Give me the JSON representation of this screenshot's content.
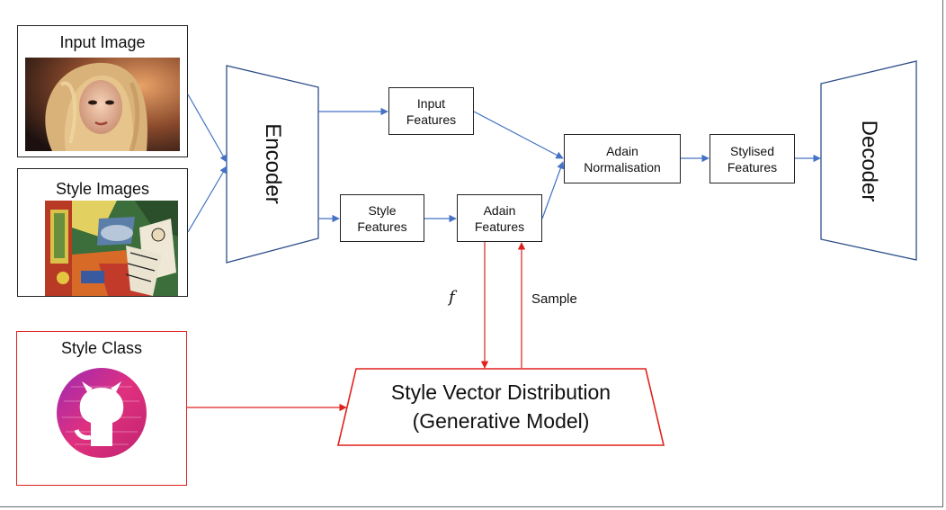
{
  "panels": {
    "input_image": "Input Image",
    "style_images": "Style Images",
    "style_class": "Style Class"
  },
  "encoder": "Encoder",
  "decoder": "Decoder",
  "boxes": {
    "input_features": [
      "Input",
      "Features"
    ],
    "style_features": [
      "Style",
      "Features"
    ],
    "adain_features": [
      "Adain",
      "Features"
    ],
    "adain_normalisation": [
      "Adain",
      "Normalisation"
    ],
    "stylised_features": [
      "Stylised",
      "Features"
    ]
  },
  "generative_model": [
    "Style Vector Distribution",
    "(Generative Model)"
  ],
  "edge_labels": {
    "f": "f",
    "sample": "Sample"
  },
  "colors": {
    "flow": "#4472c4",
    "style_path": "#e0201c",
    "outline": "#222222"
  },
  "images": {
    "input_image": "portrait-photo",
    "style_images": "cubist-painting",
    "style_class": "github-octocat-word-cloud"
  }
}
